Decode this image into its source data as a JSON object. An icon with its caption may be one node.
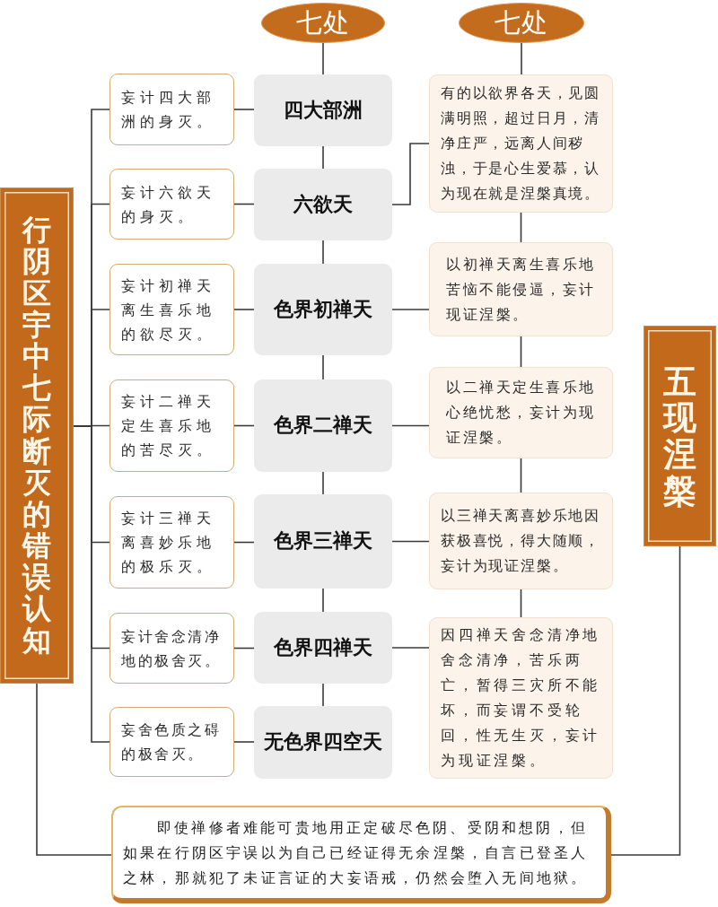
{
  "diagram": {
    "nodes": [
      {
        "text": [
          "七处"
        ]
      },
      {
        "text": [
          "七处"
        ]
      },
      {
        "text": [
          "行阴区宇中七际断灭的错误认知"
        ]
      },
      {
        "text": [
          "五现涅槃"
        ]
      },
      {
        "text": [
          "四大部洲"
        ]
      },
      {
        "text": [
          "六欲天"
        ]
      },
      {
        "text": [
          "色界初禅天"
        ]
      },
      {
        "text": [
          "色界二禅天"
        ]
      },
      {
        "text": [
          "色界三禅天"
        ]
      },
      {
        "text": [
          "色界四禅天"
        ]
      },
      {
        "text": [
          "无色界四空天"
        ]
      },
      {
        "text": [
          "妄计四大部洲的身灭。"
        ]
      },
      {
        "text": [
          "妄计六欲天的身灭。"
        ]
      },
      {
        "text": [
          "妄计初禅天离生喜乐地的欲尽灭。"
        ]
      },
      {
        "text": [
          "妄计二禅天定生喜乐地的苦尽灭。"
        ]
      },
      {
        "text": [
          "妄计三禅天离喜妙乐地的极乐灭。"
        ]
      },
      {
        "text": [
          "妄计舍念清净地的极舍灭。"
        ]
      },
      {
        "text": [
          "妄舍色质之碍的极舍灭。"
        ]
      },
      {
        "text": [
          "有的以欲界各天，见圆满明照，超过日月，清净庄严，远离人间秽浊，于是心生爱慕，认为现在就是涅槃真境。"
        ]
      },
      {
        "text": [
          "以初禅天离生喜乐地苦恼不能侵逼，妄计现证涅槃。"
        ]
      },
      {
        "text": [
          "以二禅天定生喜乐地心绝忧愁，妄计为现证涅槃。"
        ]
      },
      {
        "text": [
          "以三禅天离喜妙乐地因获极喜悦，得大随顺，妄计为现证涅槃。"
        ]
      },
      {
        "text": [
          "因四禅天舍念清净地舍念清净，苦乐两亡，暂得三灾所不能坏，而妄谓不受轮回，性无生灭，妄计为现证涅槃。"
        ]
      },
      {
        "text": [
          "即使禅修者难能可贵地用正定破尽色阴、受阴和想阴，但如果在行阴区宇误以为自己已经证得无余涅槃，自言已登圣人之林，那就犯了未证言证的大妄语戒，仍然会堕入无间地狱。"
        ]
      }
    ],
    "edges": [
      {
        "from": 0,
        "to": 4,
        "arrow": "none"
      },
      {
        "from": 4,
        "to": 5,
        "arrow": "none"
      },
      {
        "from": 5,
        "to": 6,
        "arrow": "none"
      },
      {
        "from": 6,
        "to": 7,
        "arrow": "none"
      },
      {
        "from": 7,
        "to": 8,
        "arrow": "none"
      },
      {
        "from": 8,
        "to": 9,
        "arrow": "none"
      },
      {
        "from": 9,
        "to": 10,
        "arrow": "none"
      },
      {
        "from": 1,
        "to": 18,
        "arrow": "none"
      },
      {
        "from": 18,
        "to": 19,
        "arrow": "none"
      },
      {
        "from": 19,
        "to": 20,
        "arrow": "none"
      },
      {
        "from": 20,
        "to": 21,
        "arrow": "none"
      },
      {
        "from": 21,
        "to": 22,
        "arrow": "none"
      },
      {
        "from": 11,
        "to": 4,
        "arrow": "none"
      },
      {
        "from": 12,
        "to": 5,
        "arrow": "none"
      },
      {
        "from": 13,
        "to": 6,
        "arrow": "none"
      },
      {
        "from": 14,
        "to": 7,
        "arrow": "none"
      },
      {
        "from": 15,
        "to": 8,
        "arrow": "none"
      },
      {
        "from": 16,
        "to": 9,
        "arrow": "none"
      },
      {
        "from": 17,
        "to": 10,
        "arrow": "none"
      },
      {
        "from": 5,
        "to": 18,
        "arrow": "none"
      },
      {
        "from": 6,
        "to": 19,
        "arrow": "none"
      },
      {
        "from": 7,
        "to": 20,
        "arrow": "none"
      },
      {
        "from": 8,
        "to": 21,
        "arrow": "none"
      },
      {
        "from": 9,
        "to": 22,
        "arrow": "none"
      },
      {
        "from": 2,
        "to": 11,
        "arrow": "none"
      },
      {
        "from": 2,
        "to": 12,
        "arrow": "none"
      },
      {
        "from": 2,
        "to": 13,
        "arrow": "none"
      },
      {
        "from": 2,
        "to": 14,
        "arrow": "none"
      },
      {
        "from": 2,
        "to": 15,
        "arrow": "none"
      },
      {
        "from": 2,
        "to": 16,
        "arrow": "none"
      },
      {
        "from": 2,
        "to": 17,
        "arrow": "none"
      },
      {
        "from": 2,
        "to": 23,
        "arrow": "none"
      },
      {
        "from": 3,
        "to": 23,
        "arrow": "none"
      }
    ]
  }
}
